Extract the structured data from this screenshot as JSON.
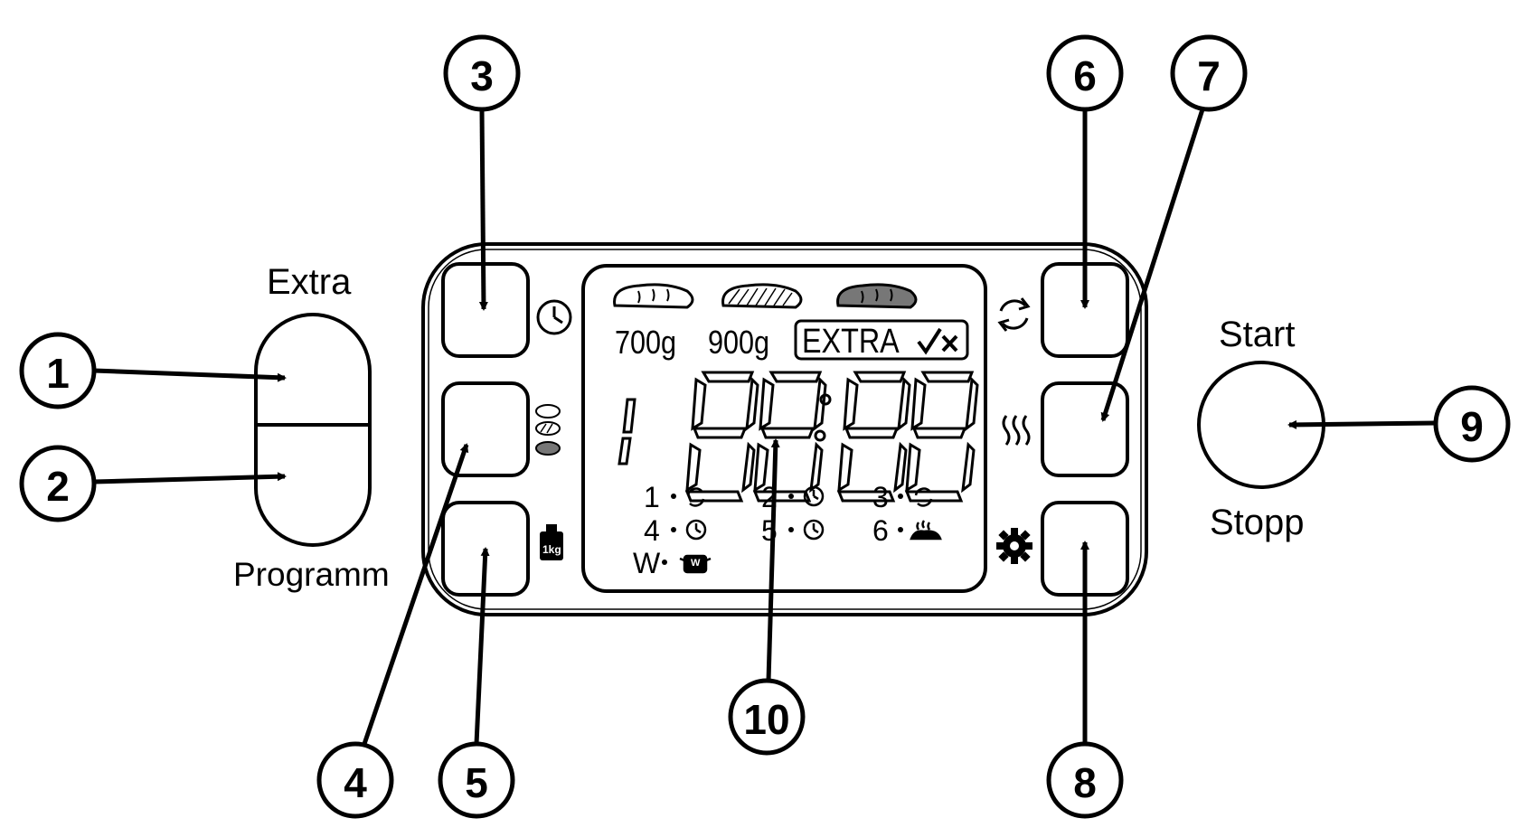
{
  "labels": {
    "extra": "Extra",
    "programm": "Programm",
    "start": "Start",
    "stopp": "Stopp"
  },
  "callouts": [
    "1",
    "2",
    "3",
    "4",
    "5",
    "6",
    "7",
    "8",
    "9",
    "10"
  ],
  "display": {
    "weight_700": "700g",
    "weight_900": "900g",
    "extra": "EXTRA",
    "digit_prefix": "1",
    "digits": "88:88",
    "modes": [
      {
        "num": "1",
        "icon": "rotate-icon"
      },
      {
        "num": "2",
        "icon": "clock-icon"
      },
      {
        "num": "3",
        "icon": "rotate-icon"
      },
      {
        "num": "4",
        "icon": "clock-icon"
      },
      {
        "num": "5",
        "icon": "clock-icon"
      },
      {
        "num": "6",
        "icon": "steam-bread-icon"
      },
      {
        "num": "W",
        "icon": "pot-w-icon"
      }
    ],
    "pot_letter": "W",
    "weight_tag": "1kg"
  },
  "colors": {
    "line": "#000000",
    "bread_grey": "#777777",
    "bg": "#ffffff"
  }
}
